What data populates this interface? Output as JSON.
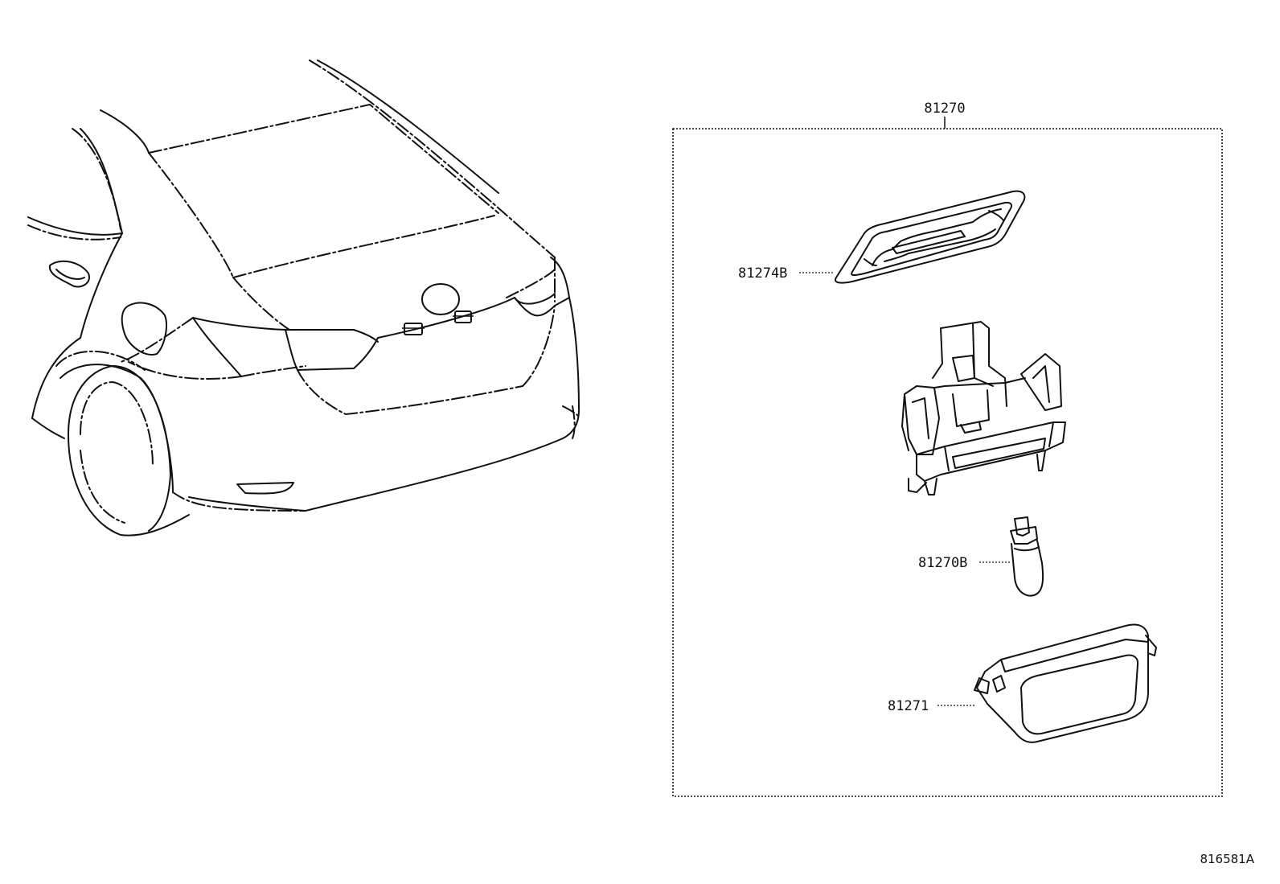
{
  "diagram": {
    "assembly_label": "81270",
    "parts": [
      {
        "id": "lens-frame",
        "label": "81274B"
      },
      {
        "id": "bulb",
        "label": "81270B"
      },
      {
        "id": "lens",
        "label": "81271"
      }
    ],
    "footer_code": "816581A"
  }
}
